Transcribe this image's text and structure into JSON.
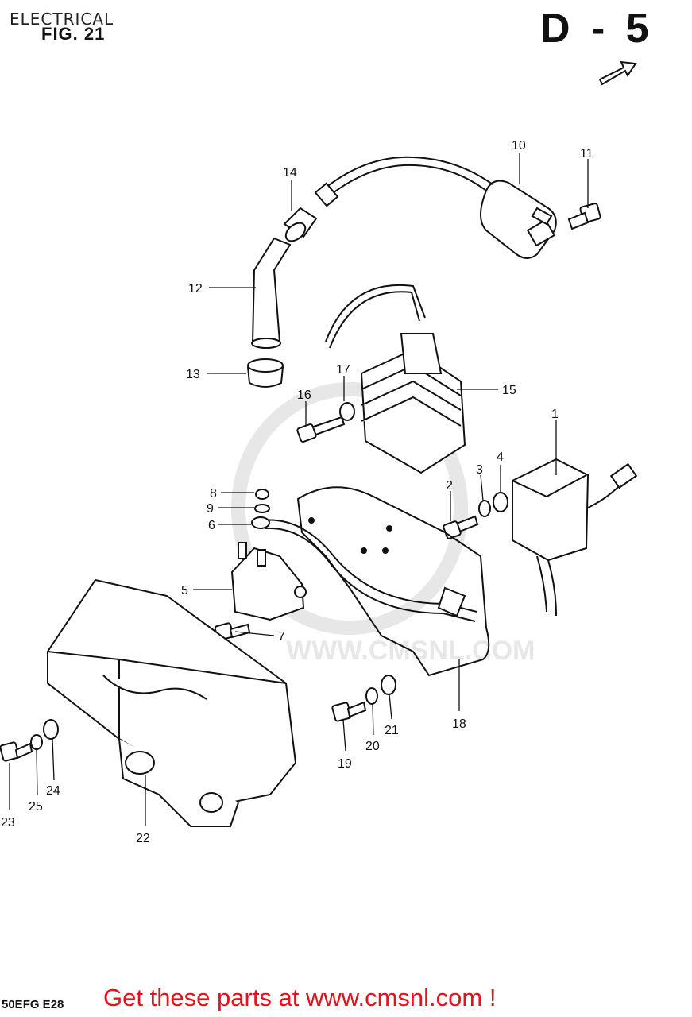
{
  "header": {
    "section": "ELECTRICAL",
    "figure": "FIG. 21",
    "page_code": "D - 5"
  },
  "footer": {
    "model_code": "50EFG  E28",
    "cta": "Get these parts at www.cmsnl.com !"
  },
  "watermark": "WWW.CMSNL.COM",
  "callouts": {
    "c1": "1",
    "c2": "2",
    "c3": "3",
    "c4": "4",
    "c5": "5",
    "c6": "6",
    "c7": "7",
    "c8": "8",
    "c9": "9",
    "c10": "10",
    "c11": "11",
    "c12": "12",
    "c13": "13",
    "c14": "14",
    "c15": "15",
    "c16": "16",
    "c17": "17",
    "c18": "18",
    "c19": "19",
    "c20": "20",
    "c21": "21",
    "c22": "22",
    "c23": "23",
    "c24": "24",
    "c25": "25"
  },
  "colors": {
    "line": "#111111",
    "footer_text": "#e3121b",
    "watermark": "#cccccc"
  }
}
